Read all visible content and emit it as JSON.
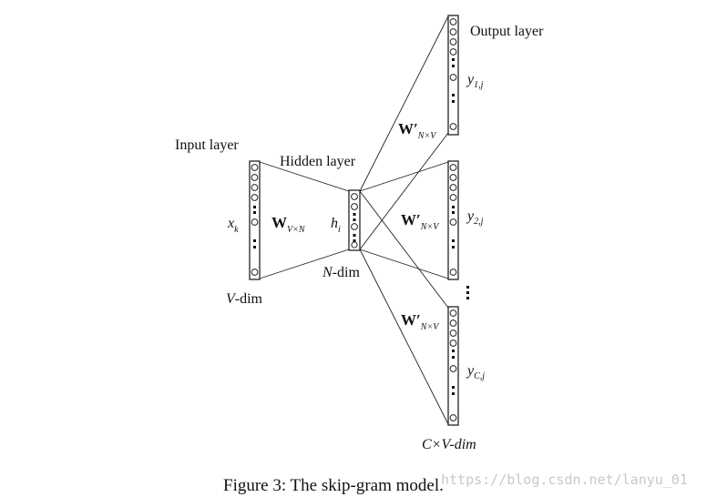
{
  "diagram": {
    "input_layer_label": "Input layer",
    "hidden_layer_label": "Hidden layer",
    "output_layer_label": "Output layer",
    "input_var": "x",
    "input_var_sub": "k",
    "hidden_var": "h",
    "hidden_var_sub": "i",
    "input_dim_var": "V",
    "input_dim_text": "-dim",
    "hidden_dim_var": "N",
    "hidden_dim_text": "-dim",
    "output_dim": "C×V-dim",
    "weight_in_main": "W",
    "weight_in_sub": "V×N",
    "weight_out_main": "W′",
    "weight_out_sub": "N×V",
    "outputs": [
      {
        "var": "y",
        "sub": "1,j"
      },
      {
        "var": "y",
        "sub": "2,j"
      },
      {
        "var": "y",
        "sub": "C,j"
      }
    ]
  },
  "caption": "Figure 3: The skip-gram model.",
  "watermark": "https://blog.csdn.net/lanyu_01"
}
